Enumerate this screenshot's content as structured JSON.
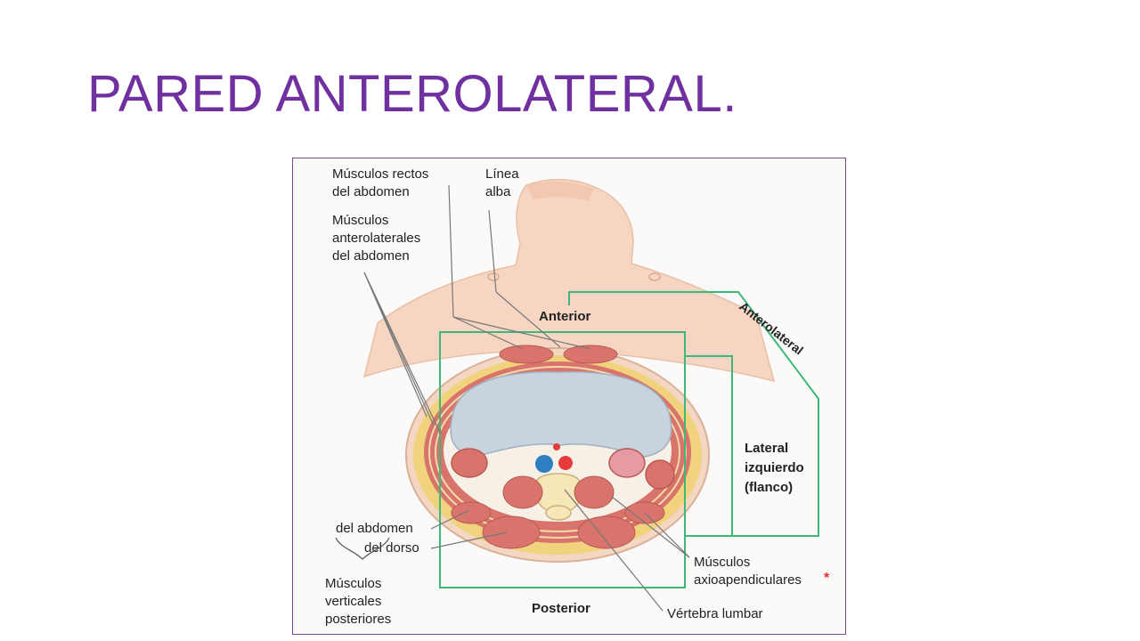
{
  "title": "PARED ANTEROLATERAL.",
  "figure": {
    "labels": {
      "rectus_1": "Músculos rectos",
      "rectus_2": "del abdomen",
      "linea_1": "Línea",
      "linea_2": "alba",
      "antlat_1": "Músculos",
      "antlat_2": "anterolaterales",
      "antlat_3": "del abdomen",
      "anterior": "Anterior",
      "anterolateral": "Anterolateral",
      "lateral_1": "Lateral",
      "lateral_2": "izquierdo",
      "lateral_3": "(flanco)",
      "del_abdomen": "del abdomen",
      "del_dorso": "del dorso",
      "vert_1": "Músculos",
      "vert_2": "verticales",
      "vert_3": "posteriores",
      "posterior": "Posterior",
      "axio_1": "Músculos",
      "axio_2": "axioapendiculares",
      "axio_star": "*",
      "vertebra": "Vértebra lumbar"
    },
    "colors": {
      "bracket": "#3cb878",
      "muscle": "#d9746c",
      "skin": "#f6d6c2",
      "fat": "#f1d37e",
      "visceral": "#c8d3de",
      "leader": "#777777",
      "title": "#7030a0",
      "star": "#e03030"
    }
  }
}
